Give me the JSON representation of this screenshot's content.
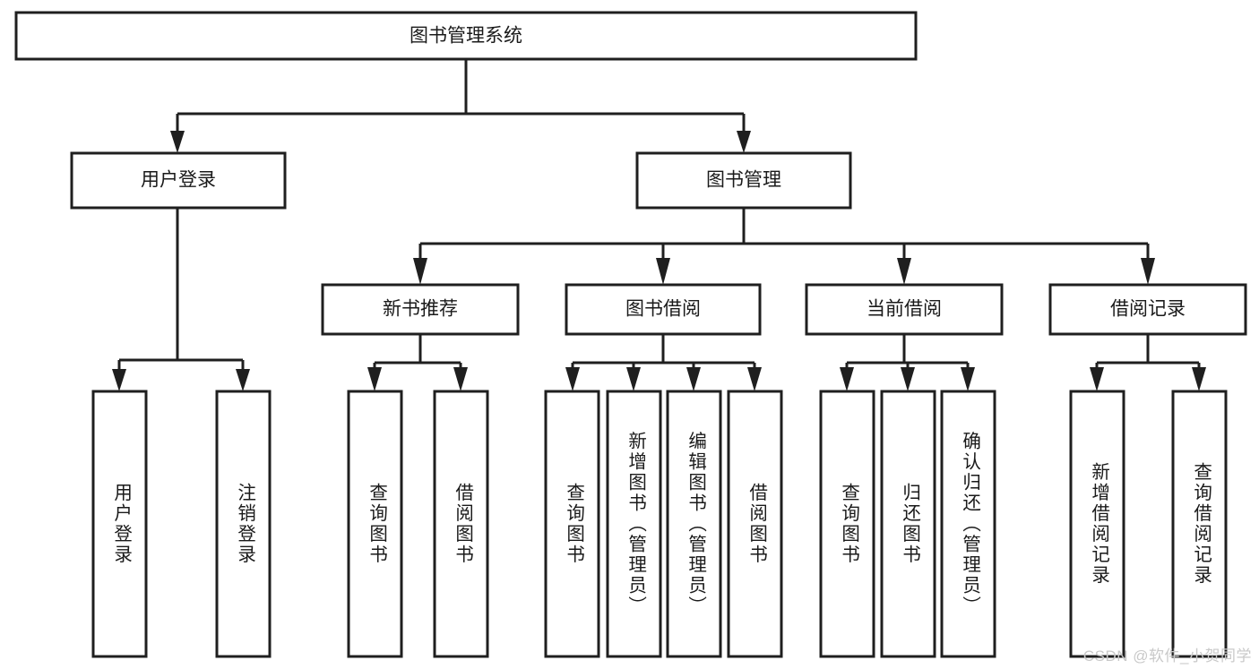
{
  "diagram": {
    "type": "hierarchy-tree",
    "title": "图书管理系统",
    "watermark": "CSDN @软件_小贺同学",
    "colors": {
      "stroke": "#1f1f1f",
      "fill": "#ffffff",
      "text": "#1a1a1a",
      "watermark": "#c9c9c9"
    },
    "root": {
      "label": "图书管理系统"
    },
    "level2": [
      {
        "label": "用户登录"
      },
      {
        "label": "图书管理"
      }
    ],
    "level3": [
      {
        "label": "新书推荐"
      },
      {
        "label": "图书借阅"
      },
      {
        "label": "当前借阅"
      },
      {
        "label": "借阅记录"
      }
    ],
    "leaves": {
      "user_login": [
        {
          "label": "用户登录"
        },
        {
          "label": "注销登录"
        }
      ],
      "new_book_recommend": [
        {
          "label": "查询图书"
        },
        {
          "label": "借阅图书"
        }
      ],
      "book_borrow": [
        {
          "label": "查询图书"
        },
        {
          "label": "新增图书（管理员）"
        },
        {
          "label": "编辑图书（管理员）"
        },
        {
          "label": "借阅图书"
        }
      ],
      "current_borrow": [
        {
          "label": "查询图书"
        },
        {
          "label": "归还图书"
        },
        {
          "label": "确认归还（管理员）"
        }
      ],
      "borrow_record": [
        {
          "label": "新增借阅记录"
        },
        {
          "label": "查询借阅记录"
        }
      ]
    }
  }
}
